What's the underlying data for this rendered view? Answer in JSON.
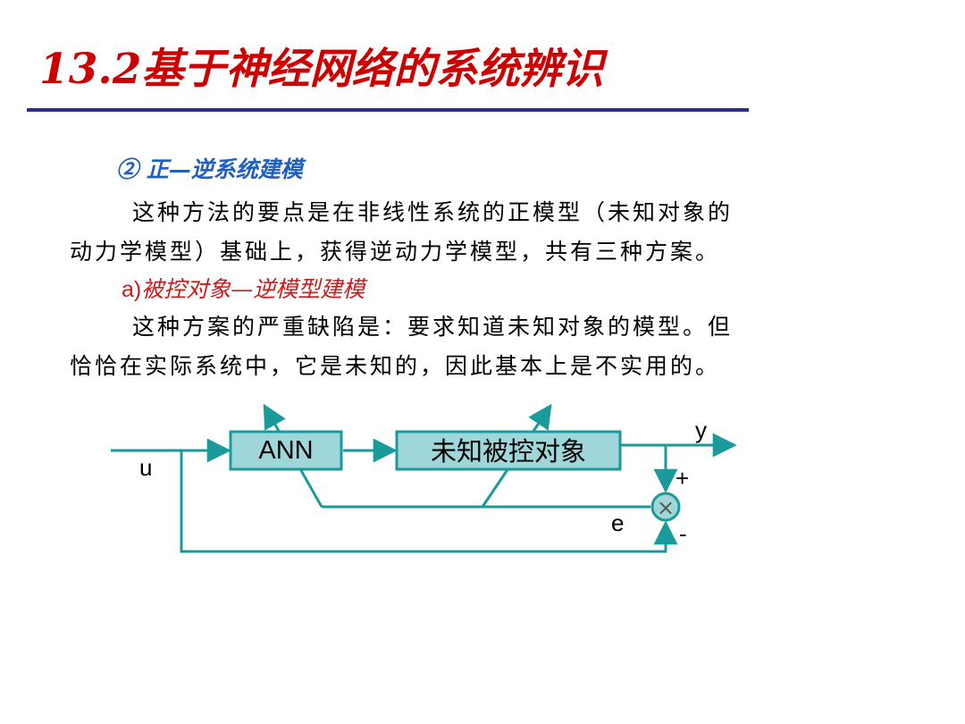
{
  "slide": {
    "title": "13.2基于神经网络的系统辨识",
    "section_heading": "② 正—逆系统建模",
    "para1_line1": "这种方法的要点是在非线性系统的正模型（未知对象的",
    "para1_line2": "动力学模型）基础上，获得逆动力学模型，共有三种方案。",
    "subsection_tag": "a)",
    "subsection_heading": "被控对象—逆模型建模",
    "para2_line1": "这种方案的严重缺陷是：要求知道未知对象的模型。但",
    "para2_line2": "恰恰在实际系统中，它是未知的，因此基本上是不实用的。"
  },
  "diagram": {
    "ann_label": "ANN",
    "plant_label": "未知被控对象",
    "input_label": "u",
    "output_label": "y",
    "error_label": "e",
    "plus_label": "+",
    "minus_label": "-",
    "sum_symbol": "×",
    "colors": {
      "line": "#1a9a9a",
      "box_fill": "#9fd6d9",
      "box_stroke": "#1a9a9a"
    }
  }
}
